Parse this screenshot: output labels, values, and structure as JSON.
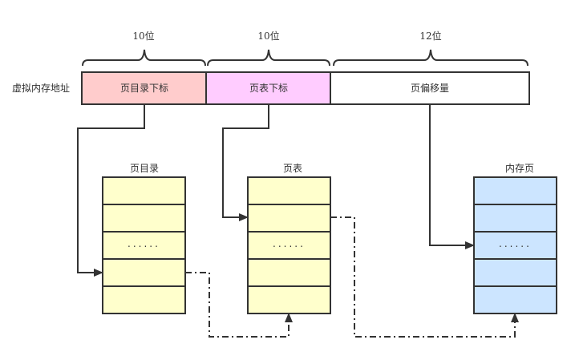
{
  "diagram": {
    "address_label": "虚拟内存地址",
    "braces": [
      {
        "label": "10位"
      },
      {
        "label": "10位"
      },
      {
        "label": "12位"
      }
    ],
    "segments": [
      {
        "label": "页目录下标",
        "color": "#ffcccc"
      },
      {
        "label": "页表下标",
        "color": "#ffccff"
      },
      {
        "label": "页偏移量",
        "color": "#ffffff"
      }
    ],
    "tables": [
      {
        "title": "页目录",
        "color": "#ffffcc",
        "rows": [
          "",
          "",
          "......",
          "",
          ""
        ]
      },
      {
        "title": "页表",
        "color": "#ffffcc",
        "rows": [
          "",
          "",
          "......",
          "",
          ""
        ]
      },
      {
        "title": "内存页",
        "color": "#cce5ff",
        "rows": [
          "",
          "",
          "......",
          "",
          ""
        ]
      }
    ],
    "stroke_color": "#333333"
  }
}
